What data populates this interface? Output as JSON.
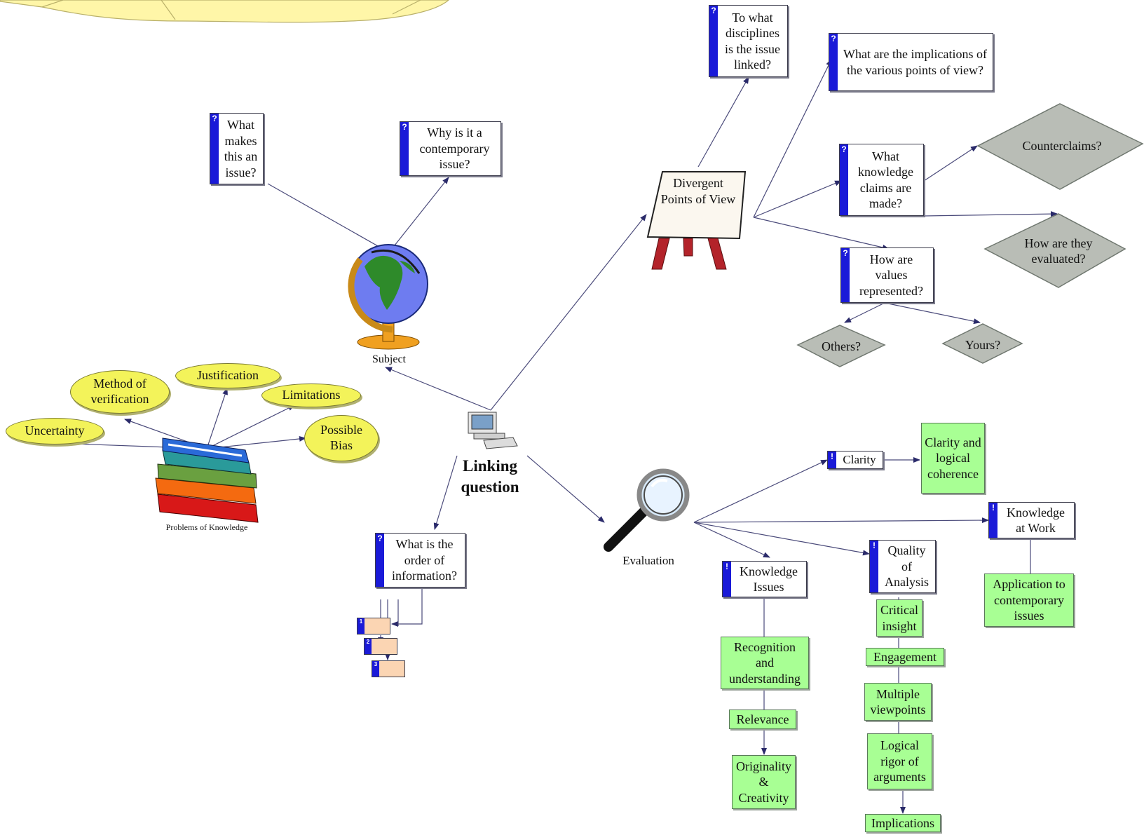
{
  "central": {
    "label_line1": "Linking",
    "label_line2": "question"
  },
  "subject": {
    "label": "Subject",
    "questions": [
      "What makes this an issue?",
      "Why is it a contemporary issue?"
    ]
  },
  "divergent": {
    "label": "Divergent Points of View",
    "questions": [
      "To what disciplines is the issue linked?",
      "What are the implications of the various points of view?",
      "What knowledge claims are made?",
      "How are values represented?"
    ],
    "diamonds": [
      "Counterclaims?",
      "How are they evaluated?",
      "Others?",
      "Yours?"
    ]
  },
  "problems": {
    "label": "Problems of Knowledge",
    "ovals": [
      "Uncertainty",
      "Method of verification",
      "Justification",
      "Limitations",
      "Possible Bias"
    ]
  },
  "order": {
    "question": "What is the order of information?",
    "list_numbers": [
      "1",
      "2",
      "3"
    ]
  },
  "evaluation": {
    "label": "Evaluation",
    "clarity": "Clarity",
    "clarity_item": "Clarity and logical coherence",
    "knowledge_at_work": "Knowledge at Work",
    "knowledge_at_work_item": "Application to contemporary issues",
    "knowledge_issues": "Knowledge Issues",
    "knowledge_issues_items": [
      "Recognition and understanding",
      "Relevance",
      "Originality & Creativity"
    ],
    "quality": "Quality of Analysis",
    "quality_items": [
      "Critical insight",
      "Engagement",
      "Multiple viewpoints",
      "Logical rigor of arguments",
      "Implications"
    ]
  },
  "markers": {
    "question": "?",
    "exclamation": "!"
  },
  "colors": {
    "question_tab": "#1a1ad8",
    "green_box": "#a8ff94",
    "oval": "#f3f35a",
    "diamond": "#b9bdb6",
    "line": "#4a4a7a",
    "cloud": "#fff6a8"
  }
}
